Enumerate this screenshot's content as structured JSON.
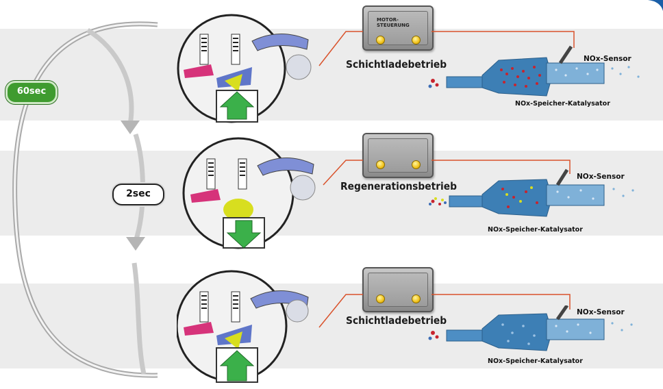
{
  "cycle": {
    "long_interval": "60sec",
    "short_interval": "2sec"
  },
  "ecu_label": "MOTOR-\nSTEUERUNG",
  "stages": [
    {
      "mode": "Schichtladebetrieb",
      "sensor": "NOx-Sensor",
      "catalyst": "NOx-Speicher-Katalysator"
    },
    {
      "mode": "Regenerationsbetrieb",
      "sensor": "NOx-Sensor",
      "catalyst": "NOx-Speicher-Katalysator"
    },
    {
      "mode": "Schichtladebetrieb",
      "sensor": "NOx-Sensor",
      "catalyst": "NOx-Speicher-Katalysator"
    }
  ],
  "colors": {
    "band": "#ececec",
    "wire": "#d9522b",
    "badge_green": "#3f9b2f",
    "catalyst_blue": "#3d7fb5",
    "piston_arrow": "#3bb04a",
    "fuel_yellow": "#d7dd1a"
  }
}
